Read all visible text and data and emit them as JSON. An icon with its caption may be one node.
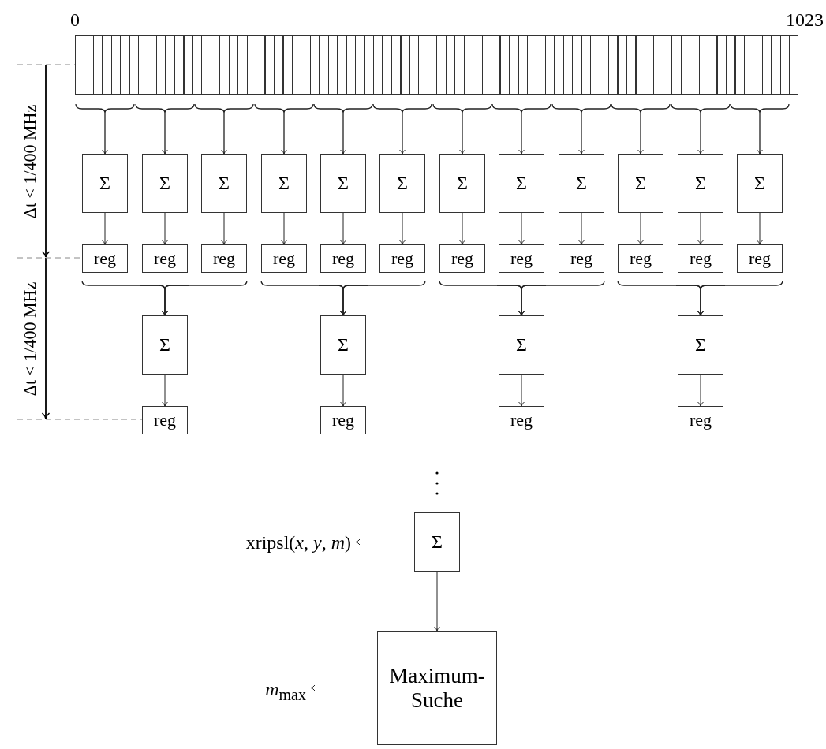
{
  "diagram": {
    "nodes": [
      {
        "text": [],
        "shape": "bar"
      },
      {
        "text": [
          "Σ"
        ]
      },
      {
        "text": [
          "Σ"
        ]
      },
      {
        "text": [
          "Σ"
        ]
      },
      {
        "text": [
          "Σ"
        ]
      },
      {
        "text": [
          "Σ"
        ]
      },
      {
        "text": [
          "Σ"
        ]
      },
      {
        "text": [
          "Σ"
        ]
      },
      {
        "text": [
          "Σ"
        ]
      },
      {
        "text": [
          "Σ"
        ]
      },
      {
        "text": [
          "Σ"
        ]
      },
      {
        "text": [
          "Σ"
        ]
      },
      {
        "text": [
          "Σ"
        ]
      },
      {
        "text": [
          "reg"
        ]
      },
      {
        "text": [
          "reg"
        ]
      },
      {
        "text": [
          "reg"
        ]
      },
      {
        "text": [
          "reg"
        ]
      },
      {
        "text": [
          "reg"
        ]
      },
      {
        "text": [
          "reg"
        ]
      },
      {
        "text": [
          "reg"
        ]
      },
      {
        "text": [
          "reg"
        ]
      },
      {
        "text": [
          "reg"
        ]
      },
      {
        "text": [
          "reg"
        ]
      },
      {
        "text": [
          "reg"
        ]
      },
      {
        "text": [
          "reg"
        ]
      },
      {
        "text": [
          "Σ"
        ]
      },
      {
        "text": [
          "Σ"
        ]
      },
      {
        "text": [
          "Σ"
        ]
      },
      {
        "text": [
          "Σ"
        ]
      },
      {
        "text": [
          "reg"
        ]
      },
      {
        "text": [
          "reg"
        ]
      },
      {
        "text": [
          "reg"
        ]
      },
      {
        "text": [
          "reg"
        ]
      },
      {
        "text": [
          "Σ"
        ]
      },
      {
        "text": [
          "Maximum- Suche"
        ]
      },
      {
        "text": [
          "xripsl(*x*, *y*, *m*)"
        ]
      },
      {
        "text": [
          "*m*$_{max}$"
        ]
      }
    ],
    "edges": [
      {
        "from": 0,
        "to": 1,
        "arrow": "to"
      },
      {
        "from": 0,
        "to": 2,
        "arrow": "to"
      },
      {
        "from": 0,
        "to": 3,
        "arrow": "to"
      },
      {
        "from": 0,
        "to": 4,
        "arrow": "to"
      },
      {
        "from": 0,
        "to": 5,
        "arrow": "to"
      },
      {
        "from": 0,
        "to": 6,
        "arrow": "to"
      },
      {
        "from": 0,
        "to": 7,
        "arrow": "to"
      },
      {
        "from": 0,
        "to": 8,
        "arrow": "to"
      },
      {
        "from": 0,
        "to": 9,
        "arrow": "to"
      },
      {
        "from": 0,
        "to": 10,
        "arrow": "to"
      },
      {
        "from": 0,
        "to": 11,
        "arrow": "to"
      },
      {
        "from": 0,
        "to": 12,
        "arrow": "to"
      },
      {
        "from": 1,
        "to": 13,
        "arrow": "to"
      },
      {
        "from": 2,
        "to": 14,
        "arrow": "to"
      },
      {
        "from": 3,
        "to": 15,
        "arrow": "to"
      },
      {
        "from": 4,
        "to": 16,
        "arrow": "to"
      },
      {
        "from": 5,
        "to": 17,
        "arrow": "to"
      },
      {
        "from": 6,
        "to": 18,
        "arrow": "to"
      },
      {
        "from": 7,
        "to": 19,
        "arrow": "to"
      },
      {
        "from": 8,
        "to": 20,
        "arrow": "to"
      },
      {
        "from": 9,
        "to": 21,
        "arrow": "to"
      },
      {
        "from": 10,
        "to": 22,
        "arrow": "to"
      },
      {
        "from": 11,
        "to": 23,
        "arrow": "to"
      },
      {
        "from": 12,
        "to": 24,
        "arrow": "to"
      },
      {
        "from": 13,
        "to": 25,
        "arrow": "to"
      },
      {
        "from": 14,
        "to": 25,
        "arrow": "to"
      },
      {
        "from": 15,
        "to": 25,
        "arrow": "to"
      },
      {
        "from": 16,
        "to": 26,
        "arrow": "to"
      },
      {
        "from": 17,
        "to": 26,
        "arrow": "to"
      },
      {
        "from": 18,
        "to": 26,
        "arrow": "to"
      },
      {
        "from": 19,
        "to": 27,
        "arrow": "to"
      },
      {
        "from": 20,
        "to": 27,
        "arrow": "to"
      },
      {
        "from": 21,
        "to": 27,
        "arrow": "to"
      },
      {
        "from": 22,
        "to": 28,
        "arrow": "to"
      },
      {
        "from": 23,
        "to": 28,
        "arrow": "to"
      },
      {
        "from": 24,
        "to": 28,
        "arrow": "to"
      },
      {
        "from": 25,
        "to": 29,
        "arrow": "to"
      },
      {
        "from": 26,
        "to": 30,
        "arrow": "to"
      },
      {
        "from": 27,
        "to": 31,
        "arrow": "to"
      },
      {
        "from": 28,
        "to": 32,
        "arrow": "to"
      },
      {
        "from": 33,
        "to": 34,
        "arrow": "to"
      },
      {
        "from": 33,
        "to": 35,
        "arrow": "to"
      },
      {
        "from": 34,
        "to": 36,
        "arrow": "to"
      }
    ],
    "labels": [
      "0",
      "1023",
      "Δt < 1/400 MHz",
      "Δt < 1/400 MHz"
    ]
  }
}
